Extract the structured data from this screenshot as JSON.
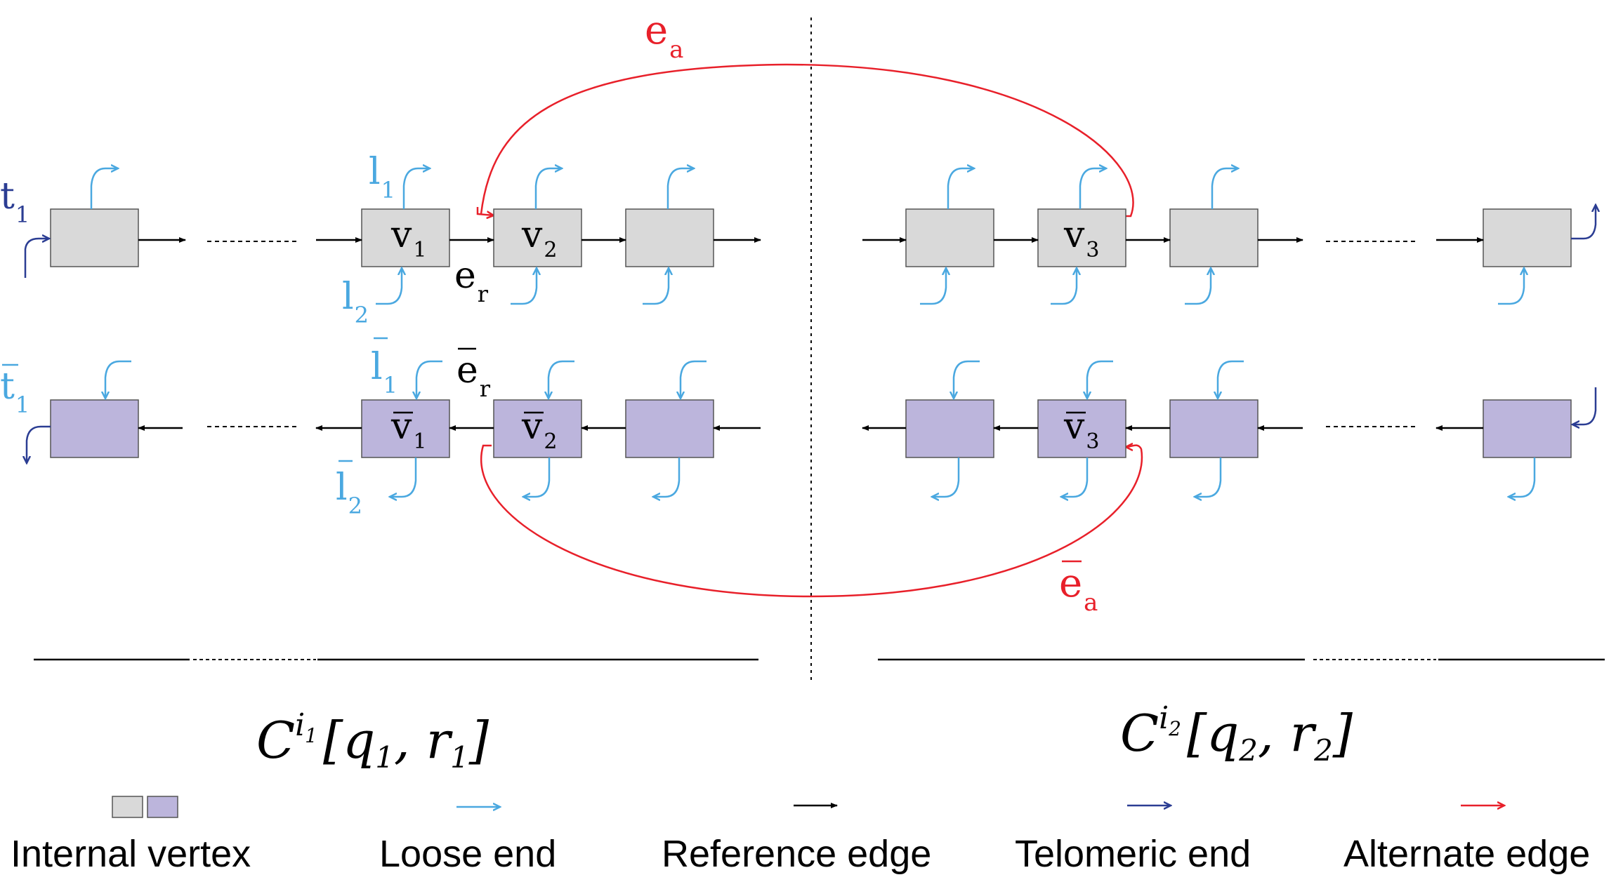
{
  "colors": {
    "internal_top": "#d9d9d9",
    "internal_bottom": "#bcb5dc",
    "loose_end": "#4aa8e0",
    "reference_edge": "#000000",
    "telomeric_end": "#2b3d93",
    "alternate_edge": "#e8202a"
  },
  "labels": {
    "ea_main": "e",
    "ea_sub": "a",
    "er_main": "e",
    "er_sub": "r",
    "erbar_main": "e",
    "erbar_sub": "r",
    "eabar_main": "e",
    "eabar_sub": "a",
    "t1_main": "t",
    "t1_sub": "1",
    "t1bar_main": "t",
    "t1bar_sub": "1",
    "l1_main": "l",
    "l1_sub": "1",
    "l2_main": "l",
    "l2_sub": "2",
    "l1bar_main": "l",
    "l1bar_sub": "1",
    "l2bar_main": "l",
    "l2bar_sub": "2",
    "v1_main": "v",
    "v1_sub": "1",
    "v2_main": "v",
    "v2_sub": "2",
    "v3_main": "v",
    "v3_sub": "3",
    "v1bar_main": "v",
    "v1bar_sub": "1",
    "v2bar_main": "v",
    "v2bar_sub": "2",
    "v3bar_main": "v",
    "v3bar_sub": "3"
  },
  "chromosome_labels": {
    "left": {
      "C": "C",
      "sup": "i",
      "supsub": "1",
      "bracket": "[q",
      "q_sub": "1",
      "comma": ", r",
      "r_sub": "1",
      "close": "]"
    },
    "right": {
      "C": "C",
      "sup": "i",
      "supsub": "2",
      "bracket": "[q",
      "q_sub": "2",
      "comma": ", r",
      "r_sub": "2",
      "close": "]"
    }
  },
  "legend": {
    "internal_vertex": "Internal vertex",
    "loose_end": "Loose end",
    "reference_edge": "Reference edge",
    "telomeric_end": "Telomeric end",
    "alternate_edge": "Alternate edge"
  }
}
